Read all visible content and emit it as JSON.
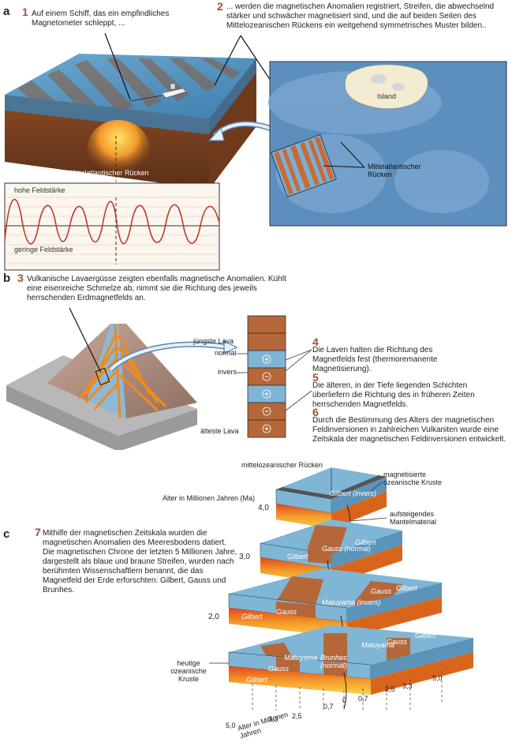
{
  "section_a": {
    "letter": "a",
    "step1": {
      "num": "1",
      "text": "Auf einem Schiff, das ein empfindliches Magnetometer schleppt, ..."
    },
    "step2": {
      "num": "2",
      "text": "... werden die magnetischen Anomalien registriert, Streifen, die abwechselnd stärker und schwächer magnetisiert sind, und die auf beiden Seiten des Mittelozeanischen Rückens ein weitgehend symmetrisches Muster bilden.."
    },
    "ridge_label": "Mittelatlantischer Rücken",
    "map_island": "Island",
    "map_ridge_label": "Mittelatlantischer Rücken",
    "graph_high": "hohe Feldstärke",
    "graph_low": "geringe Feldstärke"
  },
  "section_b": {
    "letter": "b",
    "step3": {
      "num": "3",
      "text": "Vulkanische Lavaergüsse zeigten ebenfalls magnetische Anomalien. Kühlt eine eisenreiche Schmelze ab, nimmt sie die Richtung des jeweils herrschenden Erdmagnetfelds an."
    },
    "column_labels": {
      "youngest": "jüngste Lava",
      "normal": "normal",
      "inverse": "invers",
      "oldest": "älteste Lava"
    },
    "layers": [
      "plus",
      "minus",
      "plus",
      "minus",
      "plus"
    ],
    "step4": {
      "num": "4",
      "text": "Die Laven halten die Richtung des Magnetfelds fest (thermoremanente Magnetisierung)."
    },
    "step5": {
      "num": "5",
      "text": "Die älteren, in der Tiefe liegenden Schichten überliefern die Richtung des in früheren Zeiten herrschenden Magnetfelds."
    },
    "step6": {
      "num": "6",
      "text": "Durch die Bestimmung des Alters der magnetischen Feldinversionen in zahlreichen Vulkaniten wurde eine Zeitskala der magnetischen Feldinversionen entwickelt."
    }
  },
  "section_c": {
    "letter": "c",
    "step7": {
      "num": "7",
      "text": "Mithilfe der magnetischen Zeitskala wurden die magnetischen Anomalien des Meeresbodens datiert. Die magnetischen Chrone der letzten 5 Millionen Jahre, dargestellt als blaue und braune Streifen, wurden nach berühmten Wissenschaftlern benannt, die das Magnetfeld der Erde erforschten: Gilbert, Gauss und Brunhes."
    },
    "label_ridge": "mittelozeanischer Rücken",
    "label_crust": "magnetisierte ozeanische Kruste",
    "label_mantle": "aufsteigendes Mantelmaterial",
    "label_age": "Alter in Millionen Jahren (Ma)",
    "label_today": "heutige ozeanische Kruste",
    "block_ages": [
      "4,0",
      "3,0",
      "2,0"
    ],
    "chrons": {
      "gilbert": "Gilbert",
      "gilbert_inv": "Gilbert (invers)",
      "gauss": "Gauss",
      "gauss_norm": "Gauss (normal)",
      "matuyama": "Matuyama",
      "matuyama_inv": "Matuyama (invers)",
      "brunhes_norm": "Brunhes (normal)"
    },
    "axis_ticks": [
      "5,0",
      "3,3",
      "2,5",
      "0,7",
      "0",
      "0,7",
      "2,5",
      "3,3",
      "5,0"
    ],
    "axis_title": "Alter in Millionen Jahren"
  },
  "colors": {
    "normal": "#b5673a",
    "inverse": "#7fb5d5",
    "ocean": "#4a8fbf",
    "rust": "#a0522d"
  }
}
